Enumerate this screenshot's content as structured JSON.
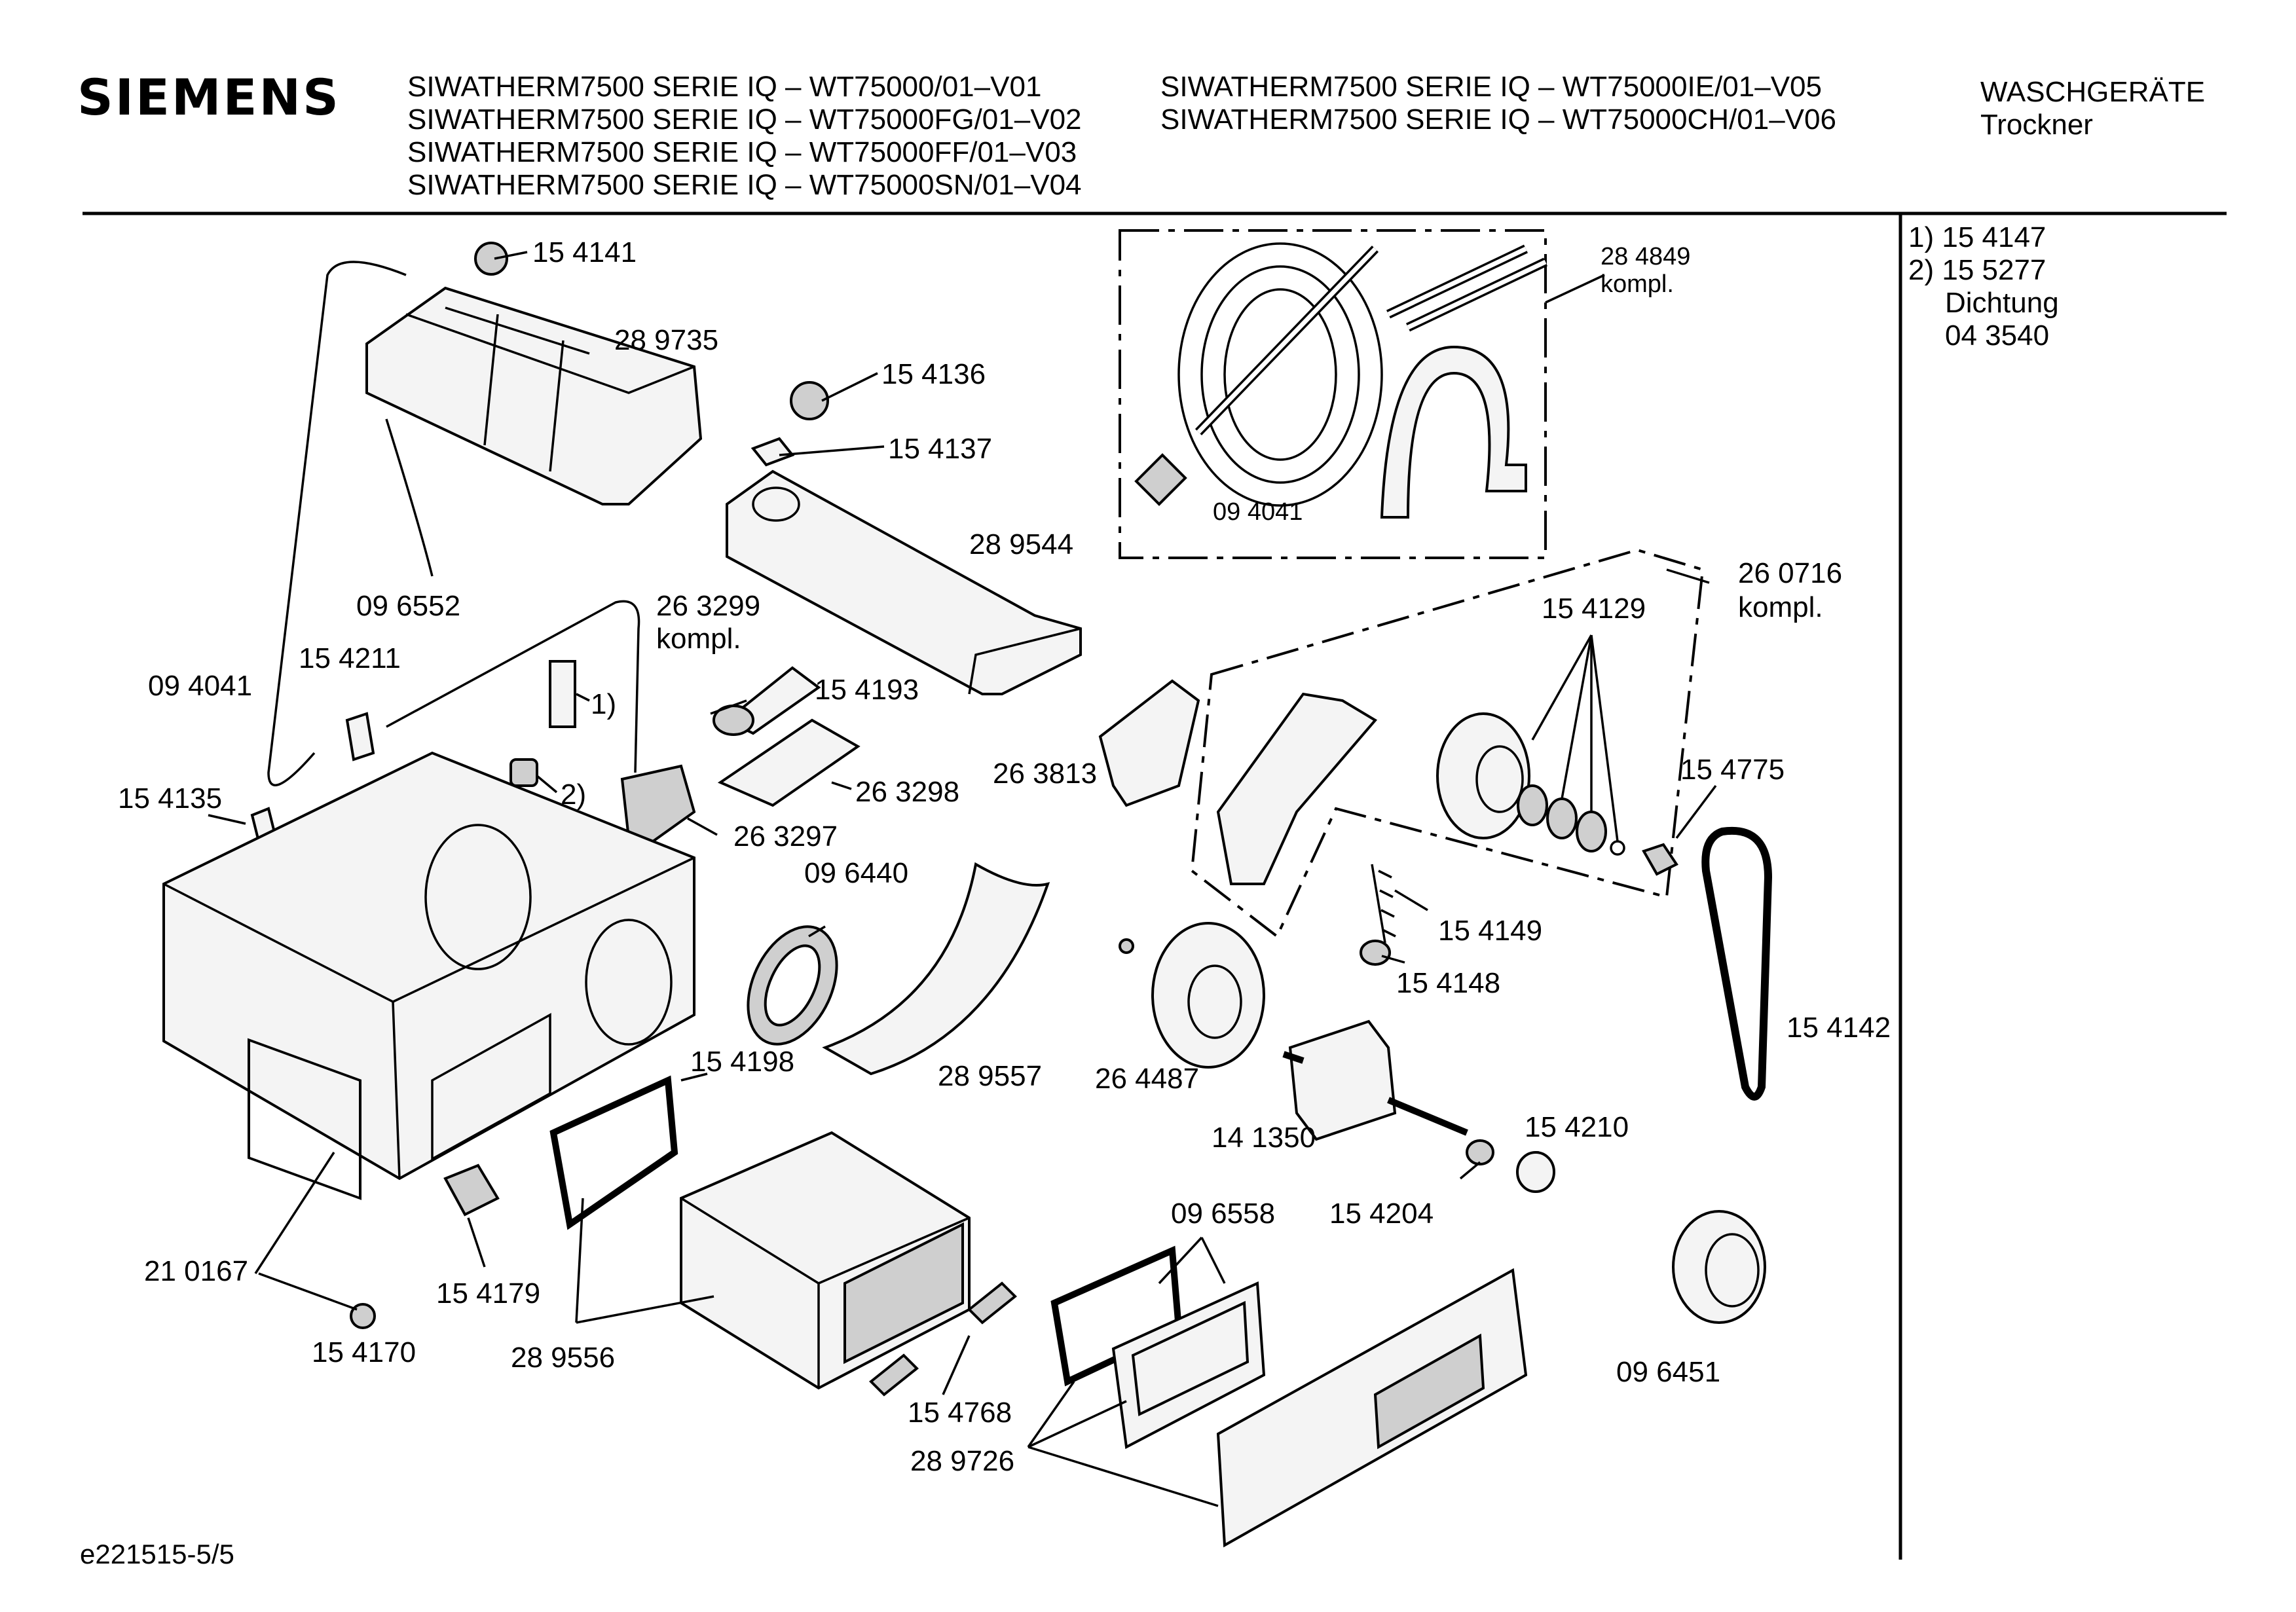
{
  "header": {
    "brand": "SIEMENS",
    "models_col1": [
      "SIWATHERM7500 SERIE IQ – WT75000/01–V01",
      "SIWATHERM7500 SERIE IQ – WT75000FG/01–V02",
      "SIWATHERM7500 SERIE IQ – WT75000FF/01–V03",
      "SIWATHERM7500 SERIE IQ – WT75000SN/01–V04"
    ],
    "models_col2": [
      "SIWATHERM7500 SERIE IQ – WT75000IE/01–V05",
      "SIWATHERM7500 SERIE IQ – WT75000CH/01–V06"
    ],
    "category": "WASCHGERÄTE",
    "subcategory": "Trockner"
  },
  "legend": [
    "1)  15 4147",
    "2)  15 5277",
    "Dichtung",
    "04 3540"
  ],
  "callouts": [
    "15 4141",
    "28 9735",
    "15 4136",
    "15 4137",
    "28 9544",
    "28 4849",
    "kompl.",
    "09 4041",
    "09 6552",
    "26 3299",
    "kompl.",
    "15 4211",
    "09 4041",
    "15 4193",
    "1)",
    "2)",
    "15 4135",
    "26 3298",
    "26 3297",
    "26 3813",
    "26 0716",
    "kompl.",
    "15 4129",
    "15 4775",
    "09 6440",
    "15 4149",
    "15 4148",
    "15 4142",
    "15 4198",
    "28 9557",
    "26 4487",
    "14 1350",
    "15 4210",
    "21 0167",
    "15 4179",
    "15 4170",
    "28 9556",
    "09 6558",
    "15 4204",
    "15 4768",
    "28 9726",
    "09 6451"
  ],
  "footer": {
    "doc_id": "e221515-5/5"
  }
}
